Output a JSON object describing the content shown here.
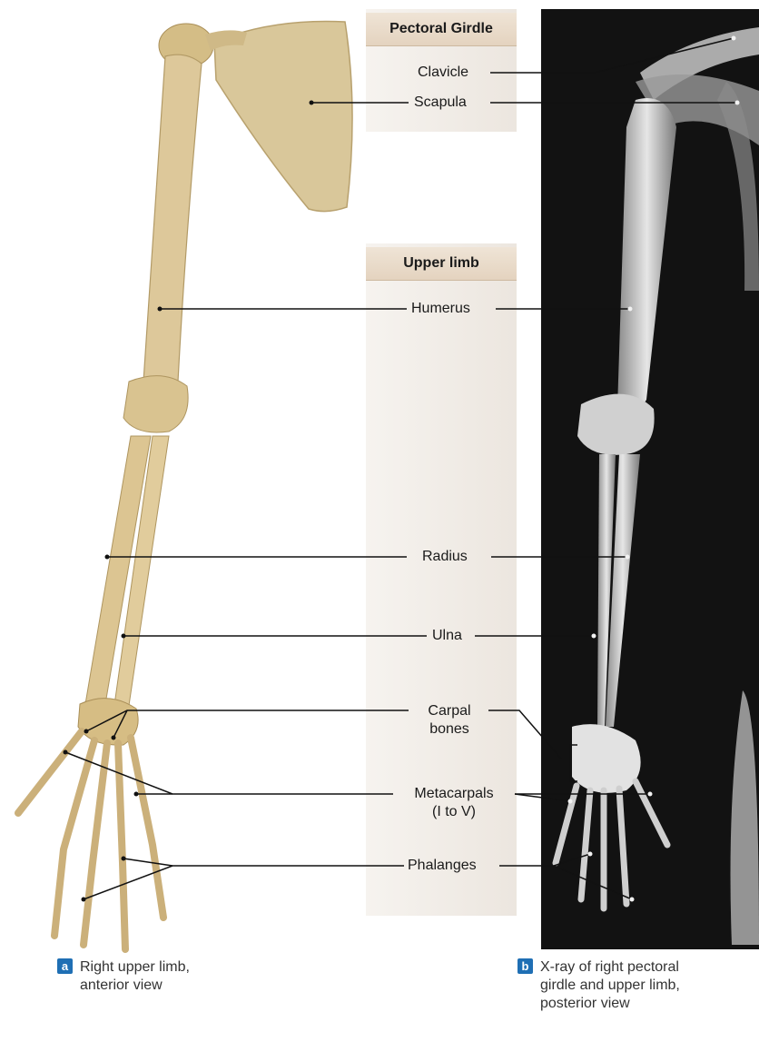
{
  "sections": {
    "pectoral_girdle": "Pectoral Girdle",
    "upper_limb": "Upper limb"
  },
  "labels": {
    "clavicle": "Clavicle",
    "scapula": "Scapula",
    "humerus": "Humerus",
    "radius": "Radius",
    "ulna": "Ulna",
    "carpal_line1": "Carpal",
    "carpal_line2": "bones",
    "metacarpals_line1": "Metacarpals",
    "metacarpals_line2": "(I to V)",
    "phalanges": "Phalanges"
  },
  "captions": {
    "a_badge": "a",
    "a_line1": "Right upper limb,",
    "a_line2": "anterior view",
    "b_badge": "b",
    "b_line1": "X-ray of right pectoral",
    "b_line2": "girdle and upper limb,",
    "b_line3": "posterior view"
  },
  "colors": {
    "bone": "#d9c79a",
    "xray_bg": "#111111",
    "badge": "#1f6fb4",
    "header": "#e8d9c6"
  }
}
